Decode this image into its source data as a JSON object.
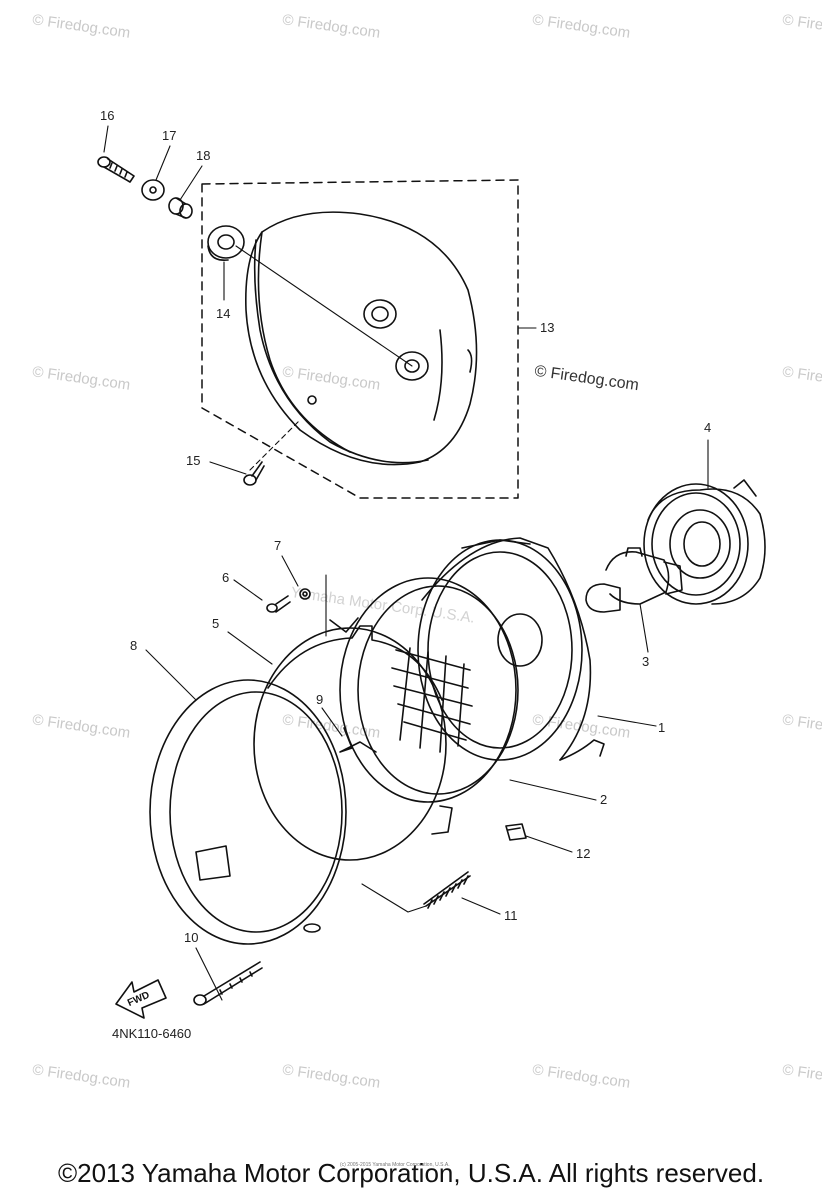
{
  "callouts": {
    "c1": "1",
    "c2": "2",
    "c3": "3",
    "c4": "4",
    "c5": "5",
    "c6": "6",
    "c7": "7",
    "c8": "8",
    "c9": "9",
    "c10": "10",
    "c11": "11",
    "c12": "12",
    "c13": "13",
    "c14": "14",
    "c15": "15",
    "c16": "16",
    "c17": "17",
    "c18": "18"
  },
  "diagram_code": "4NK110-6460",
  "watermark": "© Firedog.com",
  "watermark_fwd": "FWD",
  "center_watermark": "Yamaha Motor Corp. U.S.A.",
  "tiny_note": "(c) 2005-2015 Yamaha Motor Corporation, U.S.A.",
  "footer_text": "©2013 Yamaha Motor Corporation, U.S.A. All rights reserved."
}
